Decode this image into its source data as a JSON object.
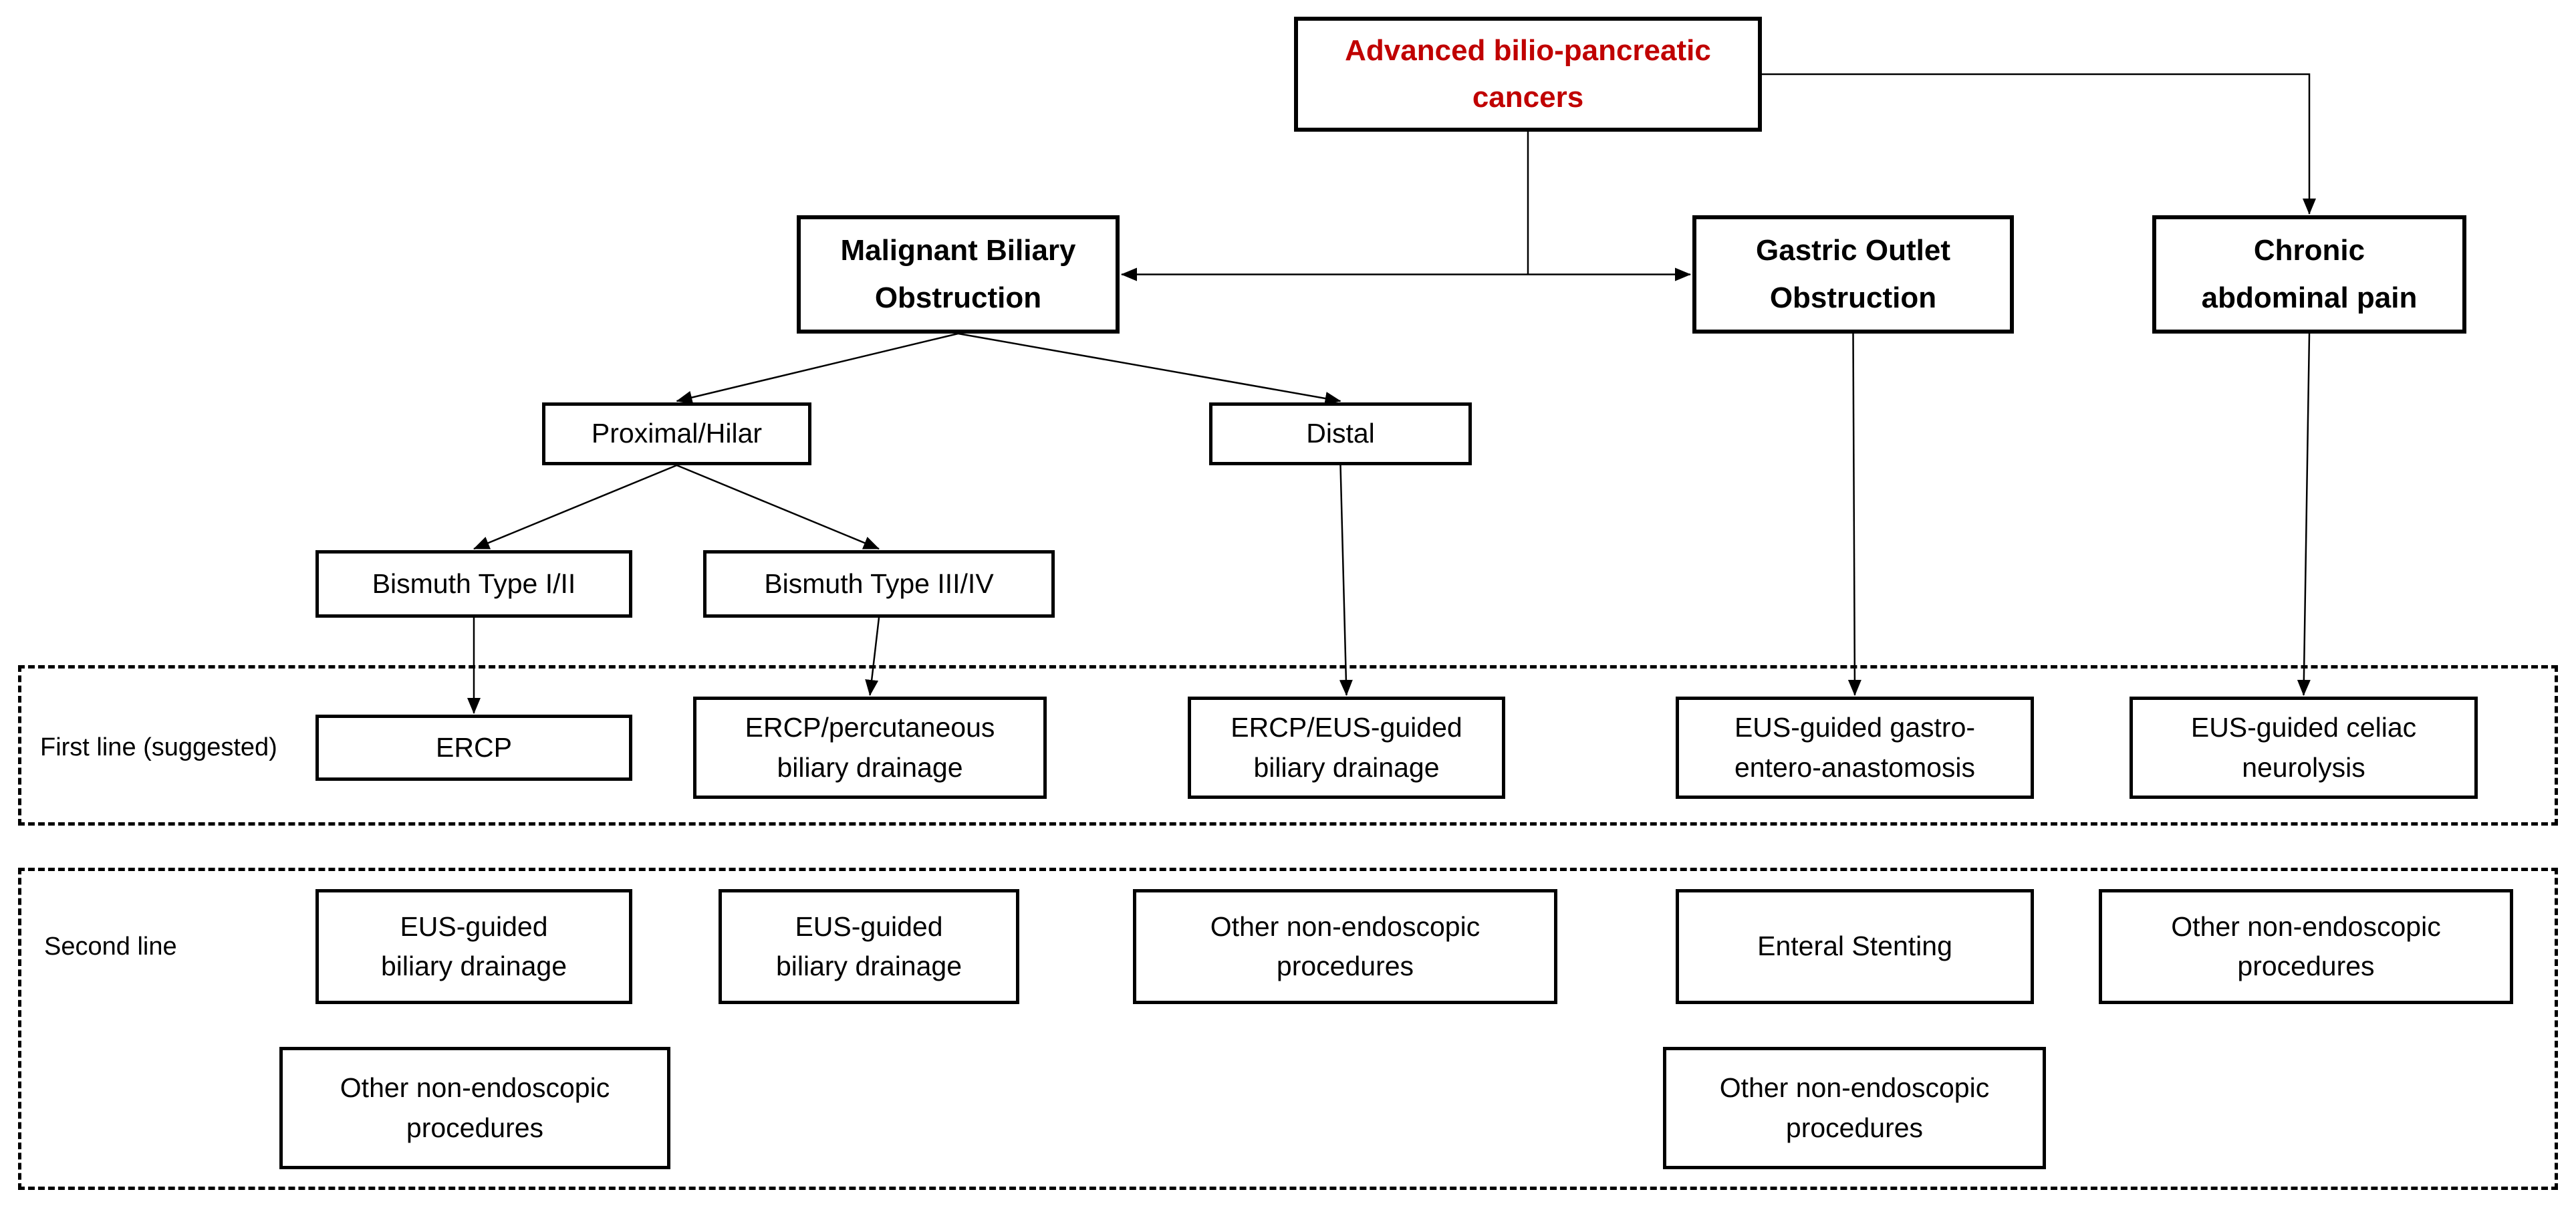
{
  "diagram": {
    "nodes": {
      "advanced": {
        "label": "Advanced bilio-pancreatic\ncancers",
        "text_color": "#C00000"
      },
      "mbo": {
        "label": "Malignant Biliary\nObstruction"
      },
      "goo": {
        "label": "Gastric Outlet\nObstruction"
      },
      "cap": {
        "label": "Chronic\nabdominal pain"
      },
      "proximal": {
        "label": "Proximal/Hilar"
      },
      "distal": {
        "label": "Distal"
      },
      "bismuth12": {
        "label": "Bismuth Type I/II"
      },
      "bismuth34": {
        "label": "Bismuth Type III/IV"
      },
      "ercp": {
        "label": "ERCP"
      },
      "ercp_perc": {
        "label": "ERCP/percutaneous\nbiliary drainage"
      },
      "ercp_eus": {
        "label": "ERCP/EUS-guided\nbiliary drainage"
      },
      "eus_gea": {
        "label": "EUS-guided gastro-\nentero-anastomosis"
      },
      "eus_celiac": {
        "label": "EUS-guided celiac\nneurolysis"
      },
      "sl_ebd_1": {
        "label": "EUS-guided\nbiliary drainage"
      },
      "sl_ebd_2": {
        "label": "EUS-guided\nbiliary drainage"
      },
      "sl_other_3": {
        "label": "Other non-endoscopic\nprocedures"
      },
      "sl_enteral": {
        "label": "Enteral Stenting"
      },
      "sl_other_5": {
        "label": "Other non-endoscopic\nprocedures"
      },
      "sl_other_1b": {
        "label": "Other non-endoscopic\nprocedures"
      },
      "sl_other_4b": {
        "label": "Other non-endoscopic\nprocedures"
      }
    },
    "regions": {
      "first_line": {
        "label": "First line (suggested)"
      },
      "second_line": {
        "label": "Second line"
      }
    },
    "colors": {
      "accent_red": "#C00000",
      "line_black": "#000000"
    },
    "edges": [
      {
        "type": "tee",
        "from": "advanced",
        "left": "mbo",
        "right": "goo"
      },
      {
        "type": "elbow",
        "from": "advanced",
        "to": "cap"
      },
      {
        "type": "direct",
        "from": "mbo",
        "to": "proximal"
      },
      {
        "type": "direct",
        "from": "mbo",
        "to": "distal"
      },
      {
        "type": "direct",
        "from": "proximal",
        "to": "bismuth12"
      },
      {
        "type": "direct",
        "from": "proximal",
        "to": "bismuth34"
      },
      {
        "type": "direct",
        "from": "bismuth12",
        "to": "ercp"
      },
      {
        "type": "direct",
        "from": "bismuth34",
        "to": "ercp_perc"
      },
      {
        "type": "direct",
        "from": "distal",
        "to": "ercp_eus"
      },
      {
        "type": "direct",
        "from": "goo",
        "to": "eus_gea"
      },
      {
        "type": "direct",
        "from": "cap",
        "to": "eus_celiac"
      }
    ]
  }
}
